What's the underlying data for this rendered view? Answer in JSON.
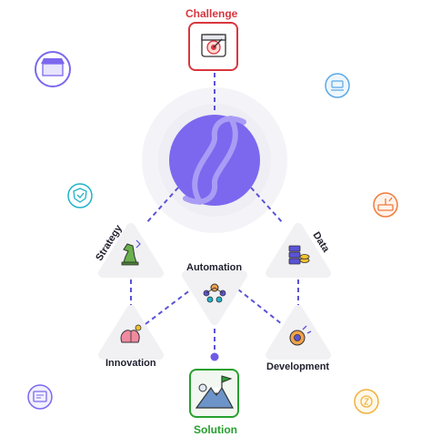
{
  "challenge": {
    "label": "Challenge",
    "color": "#d9363e",
    "icon": "target-calendar-icon"
  },
  "solution": {
    "label": "Solution",
    "color": "#27a02f",
    "icon": "mountain-flag-icon"
  },
  "hub": {
    "color": "#7b68ee",
    "icon": "swirl-logo-icon"
  },
  "nodes": {
    "strategy": {
      "label": "Strategy",
      "icon": "chess-knight-icon"
    },
    "data": {
      "label": "Data",
      "icon": "database-coins-icon"
    },
    "automation": {
      "label": "Automation",
      "icon": "network-gears-icon"
    },
    "innovation": {
      "label": "Innovation",
      "icon": "brain-idea-icon"
    },
    "development": {
      "label": "Development",
      "icon": "gear-brain-icon"
    }
  },
  "connector_color": "#5b53d6",
  "floating_icons": [
    {
      "name": "store-icon",
      "color": "#7b68ee"
    },
    {
      "name": "shield-check-icon",
      "color": "#1fb3c8"
    },
    {
      "name": "device-screen-icon",
      "color": "#7b68ee"
    },
    {
      "name": "payment-hand-icon",
      "color": "#5aa8e6"
    },
    {
      "name": "router-icon",
      "color": "#f07a3c"
    },
    {
      "name": "coin-icon",
      "color": "#f0b23c"
    }
  ]
}
